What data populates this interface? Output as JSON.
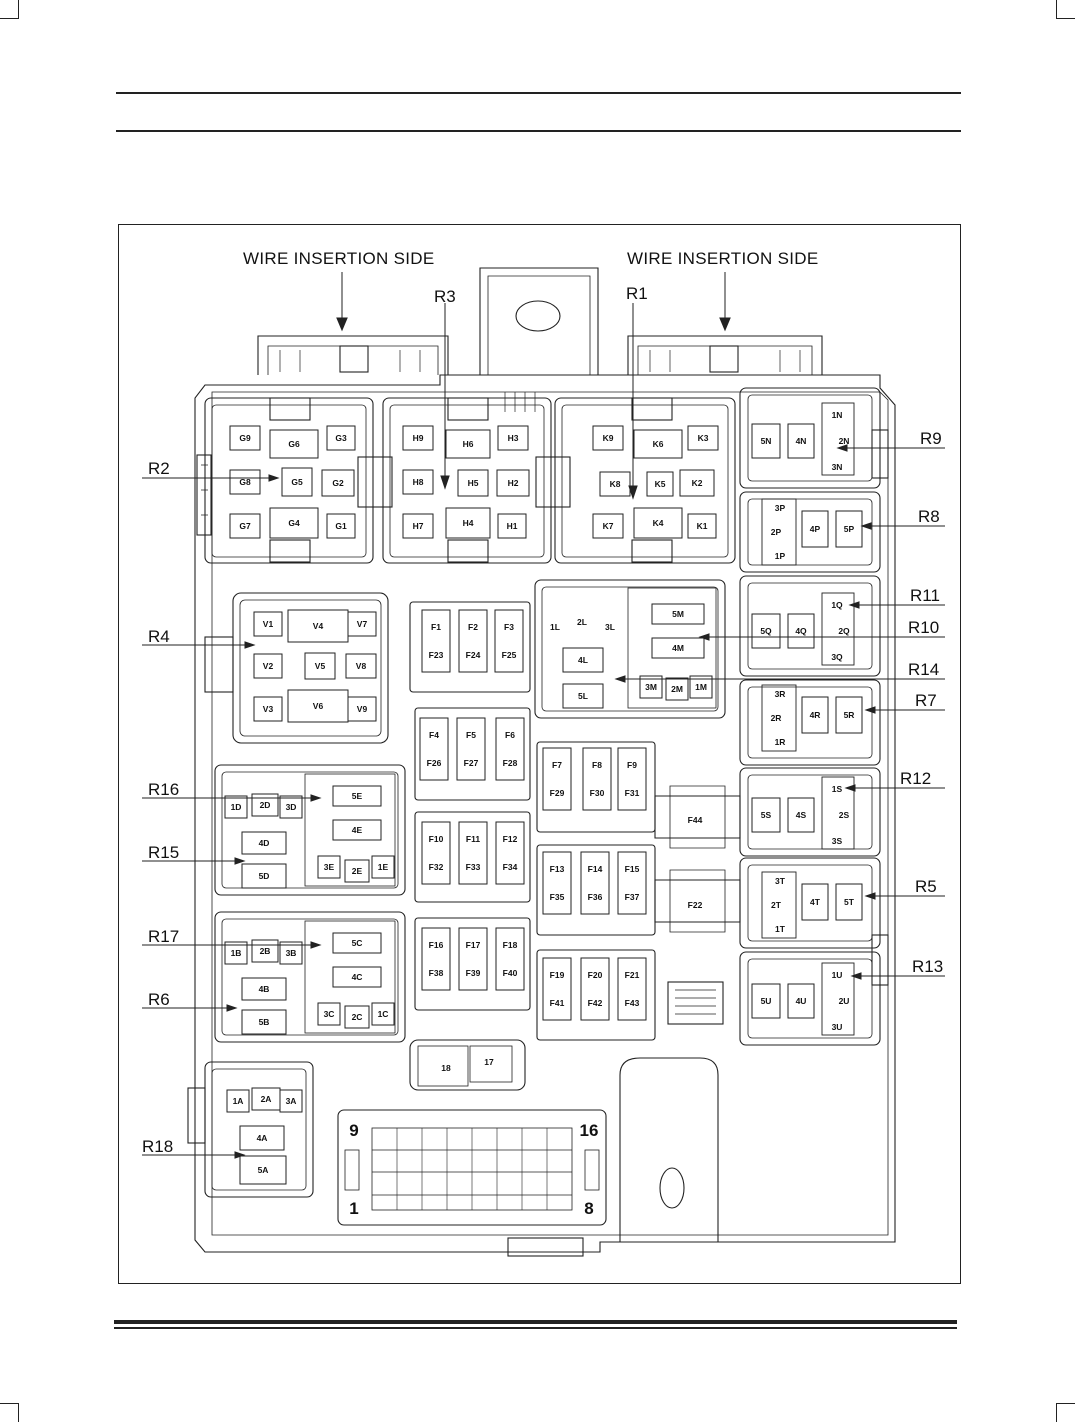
{
  "header": {
    "wire_side_left": "WIRE INSERTION SIDE",
    "wire_side_right": "WIRE INSERTION SIDE"
  },
  "relays": {
    "R1": "R1",
    "R2": "R2",
    "R3": "R3",
    "R4": "R4",
    "R5": "R5",
    "R6": "R6",
    "R7": "R7",
    "R8": "R8",
    "R9": "R9",
    "R10": "R10",
    "R11": "R11",
    "R12": "R12",
    "R13": "R13",
    "R14": "R14",
    "R15": "R15",
    "R16": "R16",
    "R17": "R17",
    "R18": "R18"
  },
  "terminals": {
    "G": [
      "G1",
      "G2",
      "G3",
      "G4",
      "G5",
      "G6",
      "G7",
      "G8",
      "G9"
    ],
    "H": [
      "H1",
      "H2",
      "H3",
      "H4",
      "H5",
      "H6",
      "H7",
      "H8",
      "H9"
    ],
    "K": [
      "K1",
      "K2",
      "K3",
      "K4",
      "K5",
      "K6",
      "K7",
      "K8",
      "K9"
    ],
    "V": [
      "V1",
      "V2",
      "V3",
      "V4",
      "V5",
      "V6",
      "V7",
      "V8",
      "V9"
    ],
    "N": [
      "1N",
      "2N",
      "3N",
      "4N",
      "5N"
    ],
    "P": [
      "1P",
      "2P",
      "3P",
      "4P",
      "5P"
    ],
    "Q": [
      "1Q",
      "2Q",
      "3Q",
      "4Q",
      "5Q"
    ],
    "L": [
      "1L",
      "2L",
      "3L",
      "4L",
      "5L"
    ],
    "M": [
      "1M",
      "2M",
      "3M",
      "4M",
      "5M"
    ],
    "R": [
      "1R",
      "2R",
      "3R",
      "4R",
      "5R"
    ],
    "S": [
      "1S",
      "2S",
      "3S",
      "4S",
      "5S"
    ],
    "T": [
      "1T",
      "2T",
      "3T",
      "4T",
      "5T"
    ],
    "U": [
      "1U",
      "2U",
      "3U",
      "4U",
      "5U"
    ],
    "D": [
      "1D",
      "2D",
      "3D",
      "4D",
      "5D"
    ],
    "E": [
      "1E",
      "2E",
      "3E",
      "4E",
      "5E"
    ],
    "B": [
      "1B",
      "2B",
      "3B",
      "4B",
      "5B"
    ],
    "C": [
      "1C",
      "2C",
      "3C",
      "4C",
      "5C"
    ],
    "A": [
      "1A",
      "2A",
      "3A",
      "4A",
      "5A"
    ]
  },
  "fuses": [
    "F1",
    "F2",
    "F3",
    "F4",
    "F5",
    "F6",
    "F7",
    "F8",
    "F9",
    "F10",
    "F11",
    "F12",
    "F13",
    "F14",
    "F15",
    "F16",
    "F17",
    "F18",
    "F19",
    "F20",
    "F21",
    "F22",
    "F23",
    "F24",
    "F25",
    "F26",
    "F27",
    "F28",
    "F29",
    "F30",
    "F31",
    "F32",
    "F33",
    "F34",
    "F35",
    "F36",
    "F37",
    "F38",
    "F39",
    "F40",
    "F41",
    "F42",
    "F43",
    "F44"
  ],
  "small_connectors": {
    "c17": "17",
    "c18": "18"
  },
  "connector_pins": {
    "p1": "1",
    "p8": "8",
    "p9": "9",
    "p16": "16"
  }
}
